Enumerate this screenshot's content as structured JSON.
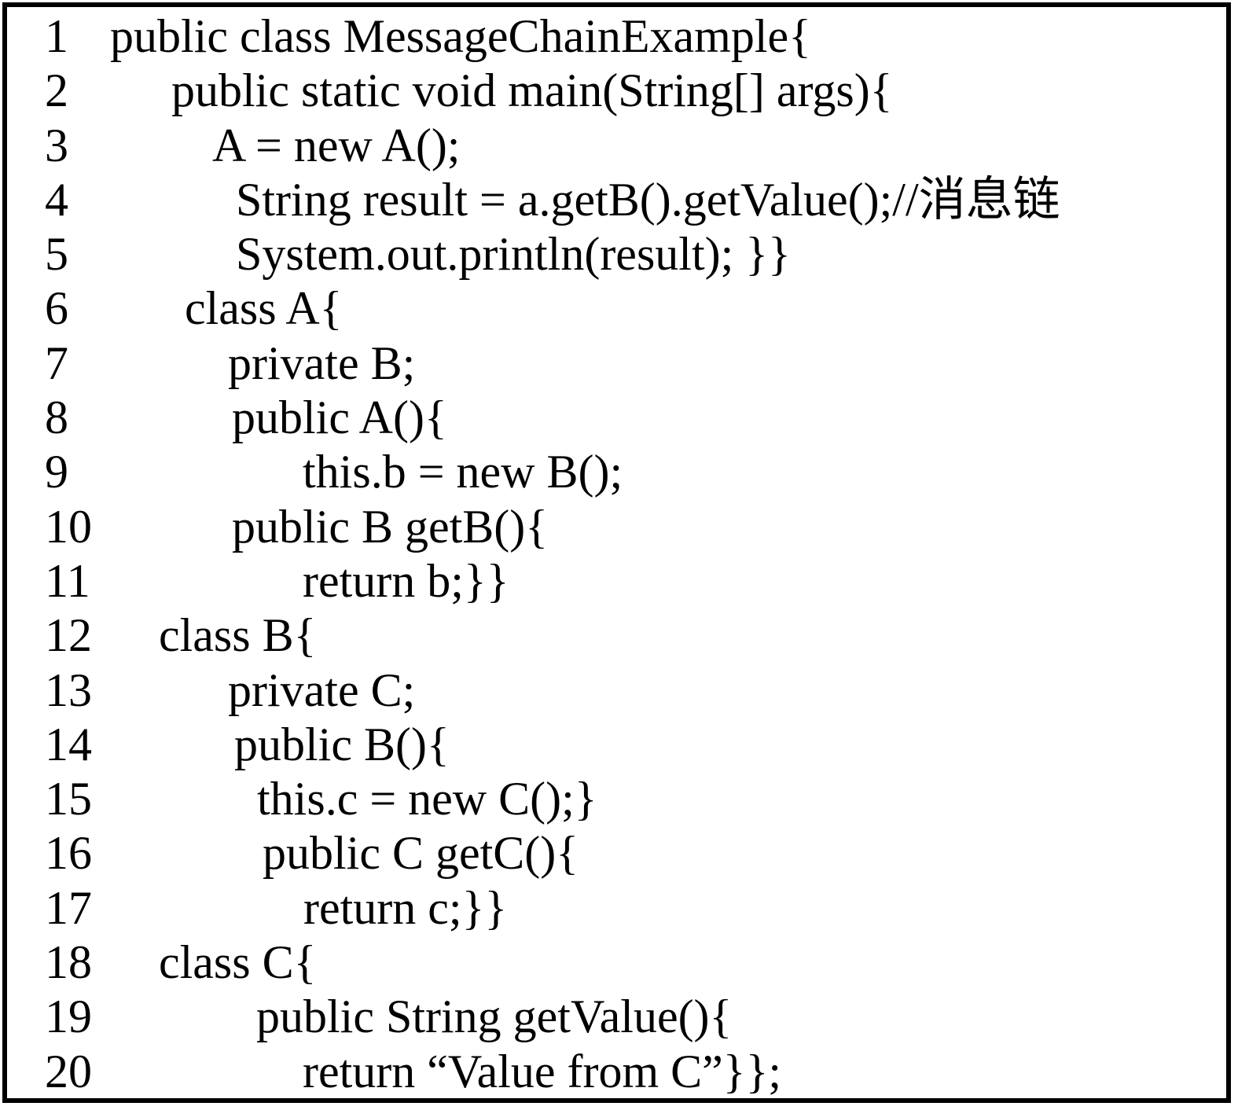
{
  "document": {
    "title": "MessageChainExample code listing",
    "language": "java",
    "comment_annotation": "消息链"
  },
  "colors": {
    "text": "#000000",
    "background": "#ffffff",
    "border": "#000000"
  },
  "code": {
    "lines": [
      {
        "num": "1",
        "indent": 0,
        "text": "public class MessageChainExample{"
      },
      {
        "num": "2",
        "indent": 78,
        "text": "public static void main(String[] args){"
      },
      {
        "num": "3",
        "indent": 130,
        "text": "A = new A();"
      },
      {
        "num": "4",
        "indent": 160,
        "text": "String result = a.getB().getValue();//消息链"
      },
      {
        "num": "5",
        "indent": 160,
        "text": "System.out.println(result); }}"
      },
      {
        "num": "6",
        "indent": 95,
        "text": "class A{"
      },
      {
        "num": "7",
        "indent": 150,
        "text": "private B;"
      },
      {
        "num": "8",
        "indent": 155,
        "text": "public A(){"
      },
      {
        "num": "9",
        "indent": 245,
        "text": "this.b = new B();"
      },
      {
        "num": "10",
        "indent": 155,
        "text": "public B getB(){"
      },
      {
        "num": "11",
        "indent": 245,
        "text": "return b;}}"
      },
      {
        "num": "12",
        "indent": 62,
        "text": "class B{"
      },
      {
        "num": "13",
        "indent": 150,
        "text": "private C;"
      },
      {
        "num": "14",
        "indent": 158,
        "text": "public B(){"
      },
      {
        "num": "15",
        "indent": 187,
        "text": "this.c = new C();}"
      },
      {
        "num": "16",
        "indent": 194,
        "text": "public C getC(){"
      },
      {
        "num": "17",
        "indent": 246,
        "text": "return c;}}"
      },
      {
        "num": "18",
        "indent": 62,
        "text": "class C{"
      },
      {
        "num": "19",
        "indent": 186,
        "text": "public String getValue(){"
      },
      {
        "num": "20",
        "indent": 245,
        "text": "return “Value from C”}};"
      }
    ]
  }
}
